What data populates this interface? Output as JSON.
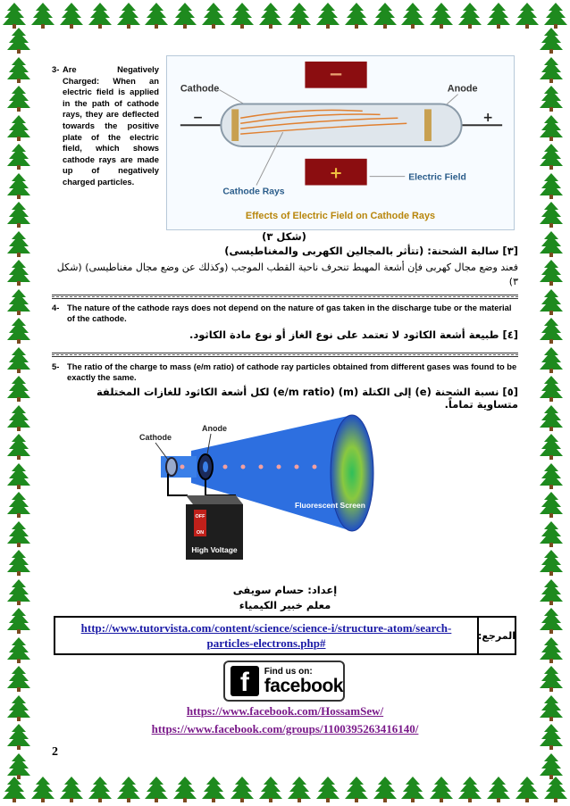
{
  "colors": {
    "tree": "#1e8a1e",
    "trunk": "#7a4a1f",
    "link_blue": "#1a1aa6",
    "link_purple": "#7a1a8a"
  },
  "item3": {
    "number": "3-",
    "text": "Are Negatively Charged: When an electric field is applied in the path of cathode rays, they are deflected towards the positive plate of the electric field, which shows cathode rays are made up of negatively charged particles."
  },
  "figure1": {
    "cathode_label": "Cathode",
    "anode_label": "Anode",
    "rays_label": "Cathode Rays",
    "field_label": "Electric Field",
    "caption": "Effects of Electric Field on Cathode Rays",
    "minus_sign": "−",
    "plus_sign": "+"
  },
  "section3_ar": {
    "figure_caption": "(شكل ٣)",
    "heading": "[٣] سالبة الشحنة: (تتأثر بالمجالين الكهربى والمغناطيسى)",
    "body": "فعند وضع مجال كهربى فإن أشعة المهبط تنحرف ناحية القطب الموجب (وكذلك عن وضع مجال مغناطيسى) (شكل ٣)"
  },
  "item4": {
    "number": "4-",
    "text": "The nature of the cathode rays does not depend on the nature of gas taken in the discharge tube or the material of the cathode.",
    "ar": "[٤] طبيعة أشعة الكاثود لا تعتمد على نوع الغاز أو نوع مادة الكاثود."
  },
  "item5": {
    "number": "5-",
    "text": "The ratio of the charge to mass (e/m ratio) of cathode ray particles obtained from different gases was found to be exactly the same.",
    "ar": "[٥] نسبة الشحنة (e) إلى الكتلة (m) (e/m ratio) لكل أشعة الكاثود للغازات المختلفة متساوية تماماً."
  },
  "figure2": {
    "cathode_label": "Cathode",
    "anode_label": "Anode",
    "screen_label": "Fluorescent Screen",
    "voltage_label": "High Voltage",
    "switch_off": "OFF",
    "switch_on": "ON"
  },
  "credits": {
    "prepared_by": "إعداد: حسام سويفى",
    "teacher": "معلم خبير الكيمياء"
  },
  "reference": {
    "label": "المرجع:",
    "url": "http://www.tutorvista.com/content/science/science-i/structure-atom/search-particles-electrons.php#"
  },
  "facebook": {
    "find_us": "Find us on:",
    "brand": "facebook",
    "f_letter": "f",
    "link1": "https://www.facebook.com/HossamSew/",
    "link2": "https://www.facebook.com/groups/1100395263416140/"
  },
  "page_number": "2"
}
